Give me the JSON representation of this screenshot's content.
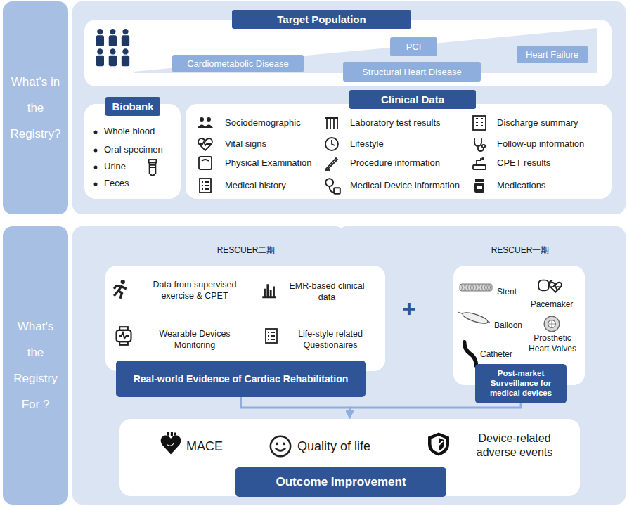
{
  "diagram": {
    "nodes": [
      {
        "text": [
          "What's in the Registry?"
        ]
      },
      {
        "text": [
          "Target Population"
        ]
      },
      {
        "text": [
          "Cardiometabolic Disease"
        ],
        "in": 1
      },
      {
        "text": [
          "PCI"
        ],
        "in": 1
      },
      {
        "text": [
          "Structural Heart Disease"
        ],
        "in": 1
      },
      {
        "text": [
          "Heart Failure"
        ],
        "in": 1
      },
      {
        "text": [
          "Biobank",
          "Whole blood",
          "Oral specimen",
          "Urine",
          "Feces"
        ]
      },
      {
        "text": [
          "Clinical Data",
          "Sociodemographic",
          "Laboratory test results",
          "Discharge summary",
          "Vital signs",
          "Lifestyle",
          "Follow-up information",
          "Physical Examination",
          "Procedure information",
          "CPET results",
          "Medical history",
          "Medical Device information",
          "Medications"
        ]
      },
      {
        "text": [
          "What's the Registry For ?"
        ]
      },
      {
        "text": [
          "RESCUER二期",
          "Data from supervised exercise & CPET",
          "EMR-based clinical data",
          "Wearable Devices Monitoring",
          "Life-style related Questionaires"
        ]
      },
      {
        "text": [
          "Real-world Evidence of Cardiac Rehabilitation"
        ]
      },
      {
        "text": [
          "RESCUER一期",
          "Stent",
          "Pacemaker",
          "Balloon",
          "Prosthetic Heart Valves",
          "Catheter"
        ]
      },
      {
        "text": [
          "Post-market Surveillance for medical devices"
        ]
      },
      {
        "text": [
          "MACE",
          "Quality of life",
          "Device-related adverse events"
        ]
      },
      {
        "text": [
          "Outcome Improvement"
        ]
      }
    ],
    "edges": [
      {
        "from": 10,
        "to": 13,
        "arrow": "to"
      },
      {
        "from": 12,
        "to": 13,
        "arrow": "to"
      }
    ],
    "labels": [
      "+"
    ]
  }
}
